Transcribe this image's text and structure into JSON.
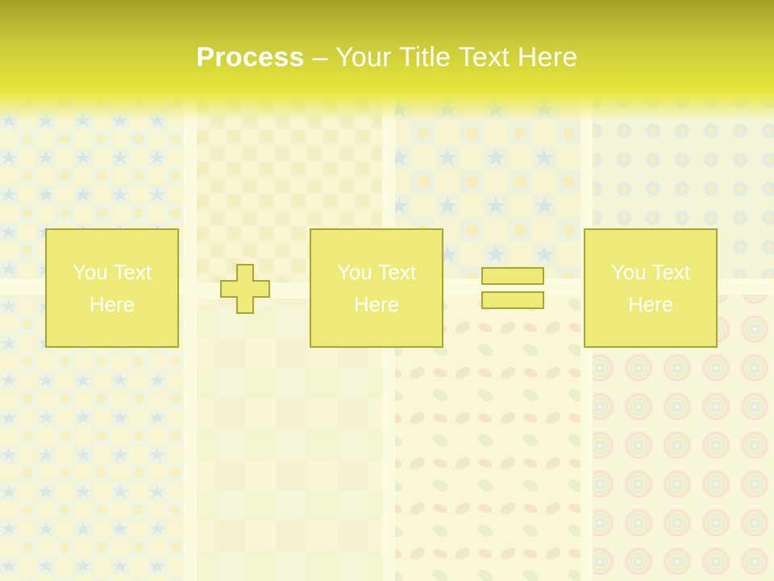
{
  "slide": {
    "title_bold": "Process",
    "title_rest": " – Your Title Text Here"
  },
  "boxes": [
    {
      "text": "You Text\nHere"
    },
    {
      "text": "You Text\nHere"
    },
    {
      "text": "You Text\nHere"
    }
  ],
  "operators": [
    {
      "icon": "plus-icon"
    },
    {
      "icon": "equals-icon"
    }
  ],
  "colors": {
    "header_dark": "#a3a22a",
    "header_light": "#e7e63c",
    "box_fill": "#eeea7a",
    "box_border": "#a8a530",
    "operator_fill": "#eeea7a",
    "text": "#ffffff"
  }
}
